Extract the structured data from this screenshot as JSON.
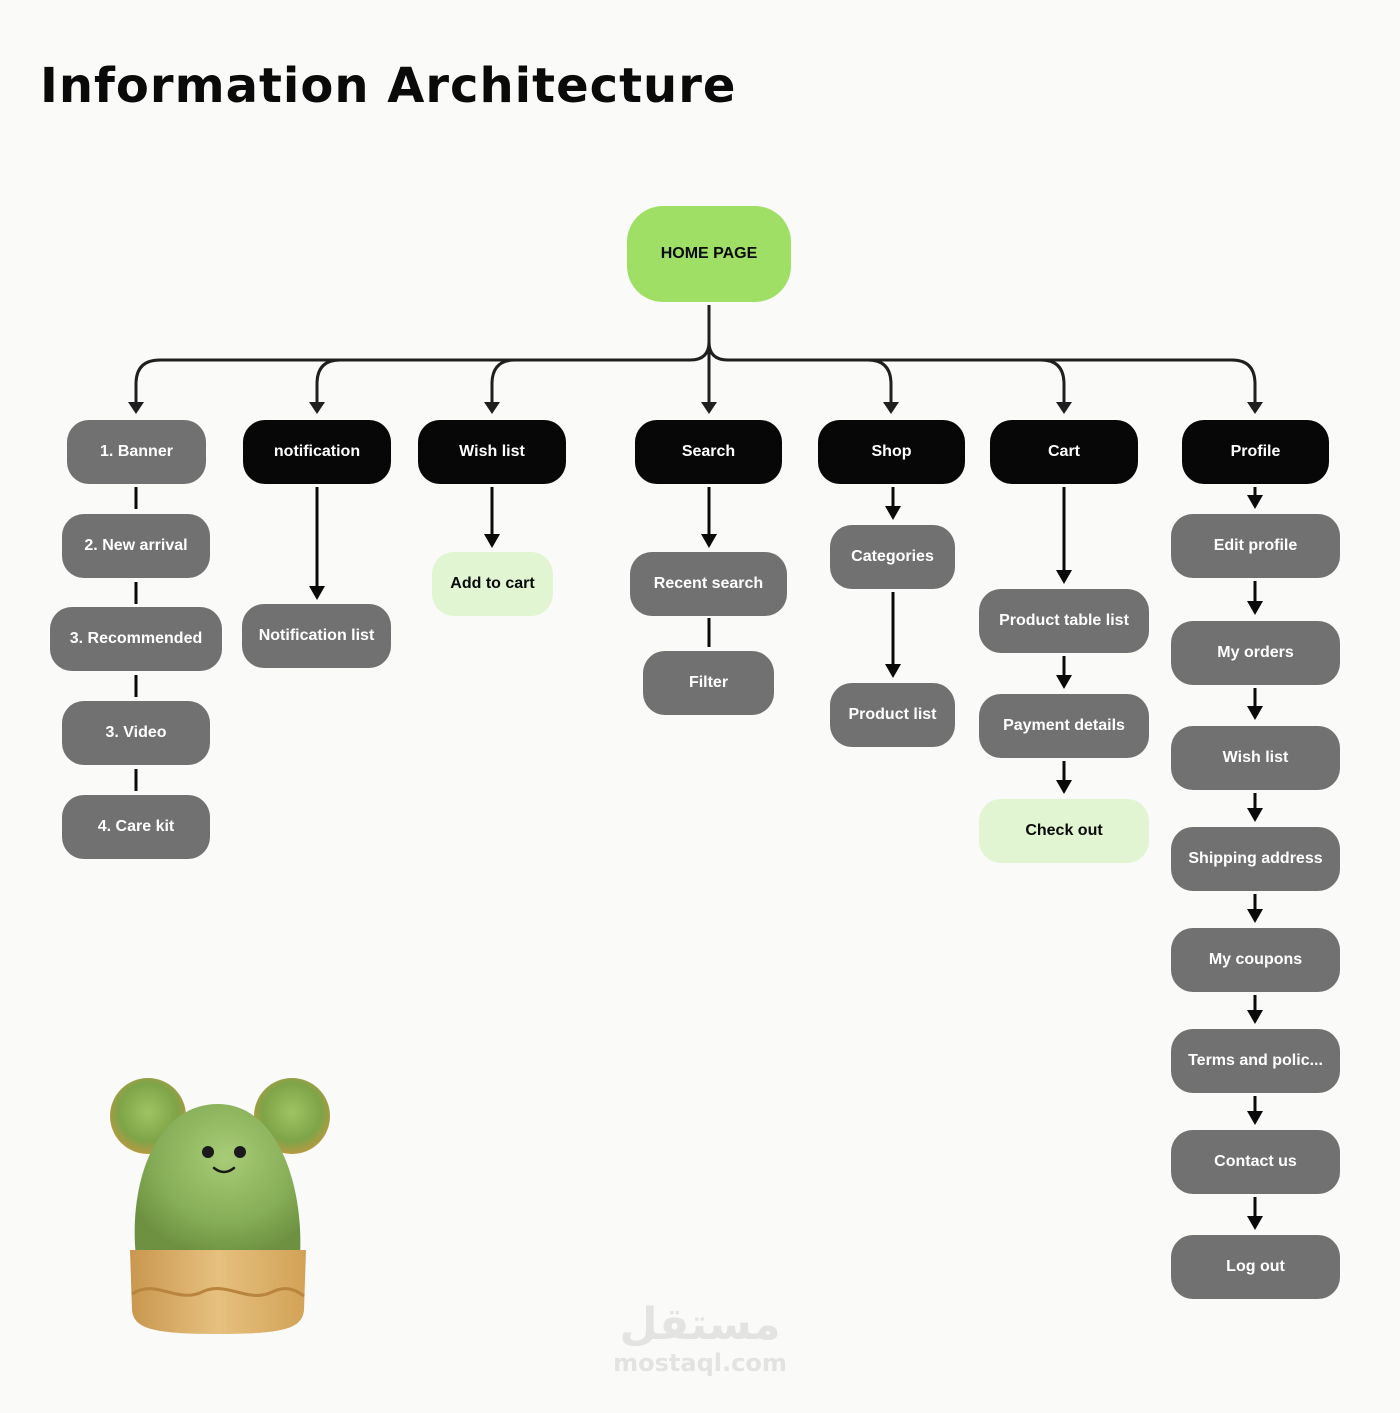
{
  "title": "Information Architecture",
  "colors": {
    "background": "#fafaf8",
    "root": "#a0df66",
    "primary": "#070707",
    "secondary": "#717171",
    "action": "#e1f5d2",
    "connector": "#1f1f1f"
  },
  "root": {
    "label": "HOME PAGE"
  },
  "branches": [
    {
      "label": "1. Banner",
      "style": "secondary",
      "children": [
        "2. New arrival",
        "3. Recommended",
        "3.  Video",
        "4. Care kit"
      ]
    },
    {
      "label": "notification",
      "style": "primary",
      "children": [
        "Notification list"
      ]
    },
    {
      "label": "Wish list",
      "style": "primary",
      "children": [
        "Add to cart"
      ]
    },
    {
      "label": "Search",
      "style": "primary",
      "children": [
        "Recent search",
        "Filter"
      ]
    },
    {
      "label": "Shop",
      "style": "primary",
      "children": [
        "Categories",
        "Product list"
      ]
    },
    {
      "label": "Cart",
      "style": "primary",
      "children": [
        "Product table list",
        "Payment details",
        "Check out"
      ]
    },
    {
      "label": "Profile",
      "style": "primary",
      "children": [
        "Edit profile",
        "My orders",
        "Wish list",
        "Shipping address",
        "My coupons",
        "Terms and polic...",
        "Contact us",
        "Log out"
      ]
    }
  ],
  "decoration": {
    "mascot": "cactus-mascot-icon"
  },
  "watermark": {
    "arabic": "مستقل",
    "latin": "mostaql.com"
  }
}
